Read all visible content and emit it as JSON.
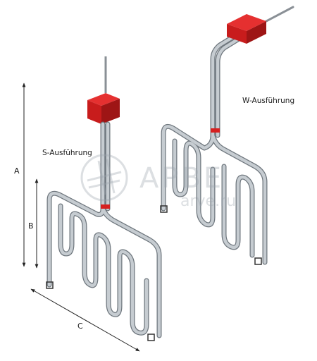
{
  "labels": {
    "s_variant": "S-Ausführung",
    "w_variant": "W-Ausführung"
  },
  "dimensions": {
    "a": "A",
    "b": "B",
    "c": "C"
  },
  "watermark": {
    "logo_text": "АРВЕ",
    "url": "arve.ru"
  },
  "colors": {
    "tube": "#9ea6ad",
    "terminal_box": "#d62020",
    "terminal_box_dark": "#9e1515",
    "dimension_line": "#222222"
  }
}
